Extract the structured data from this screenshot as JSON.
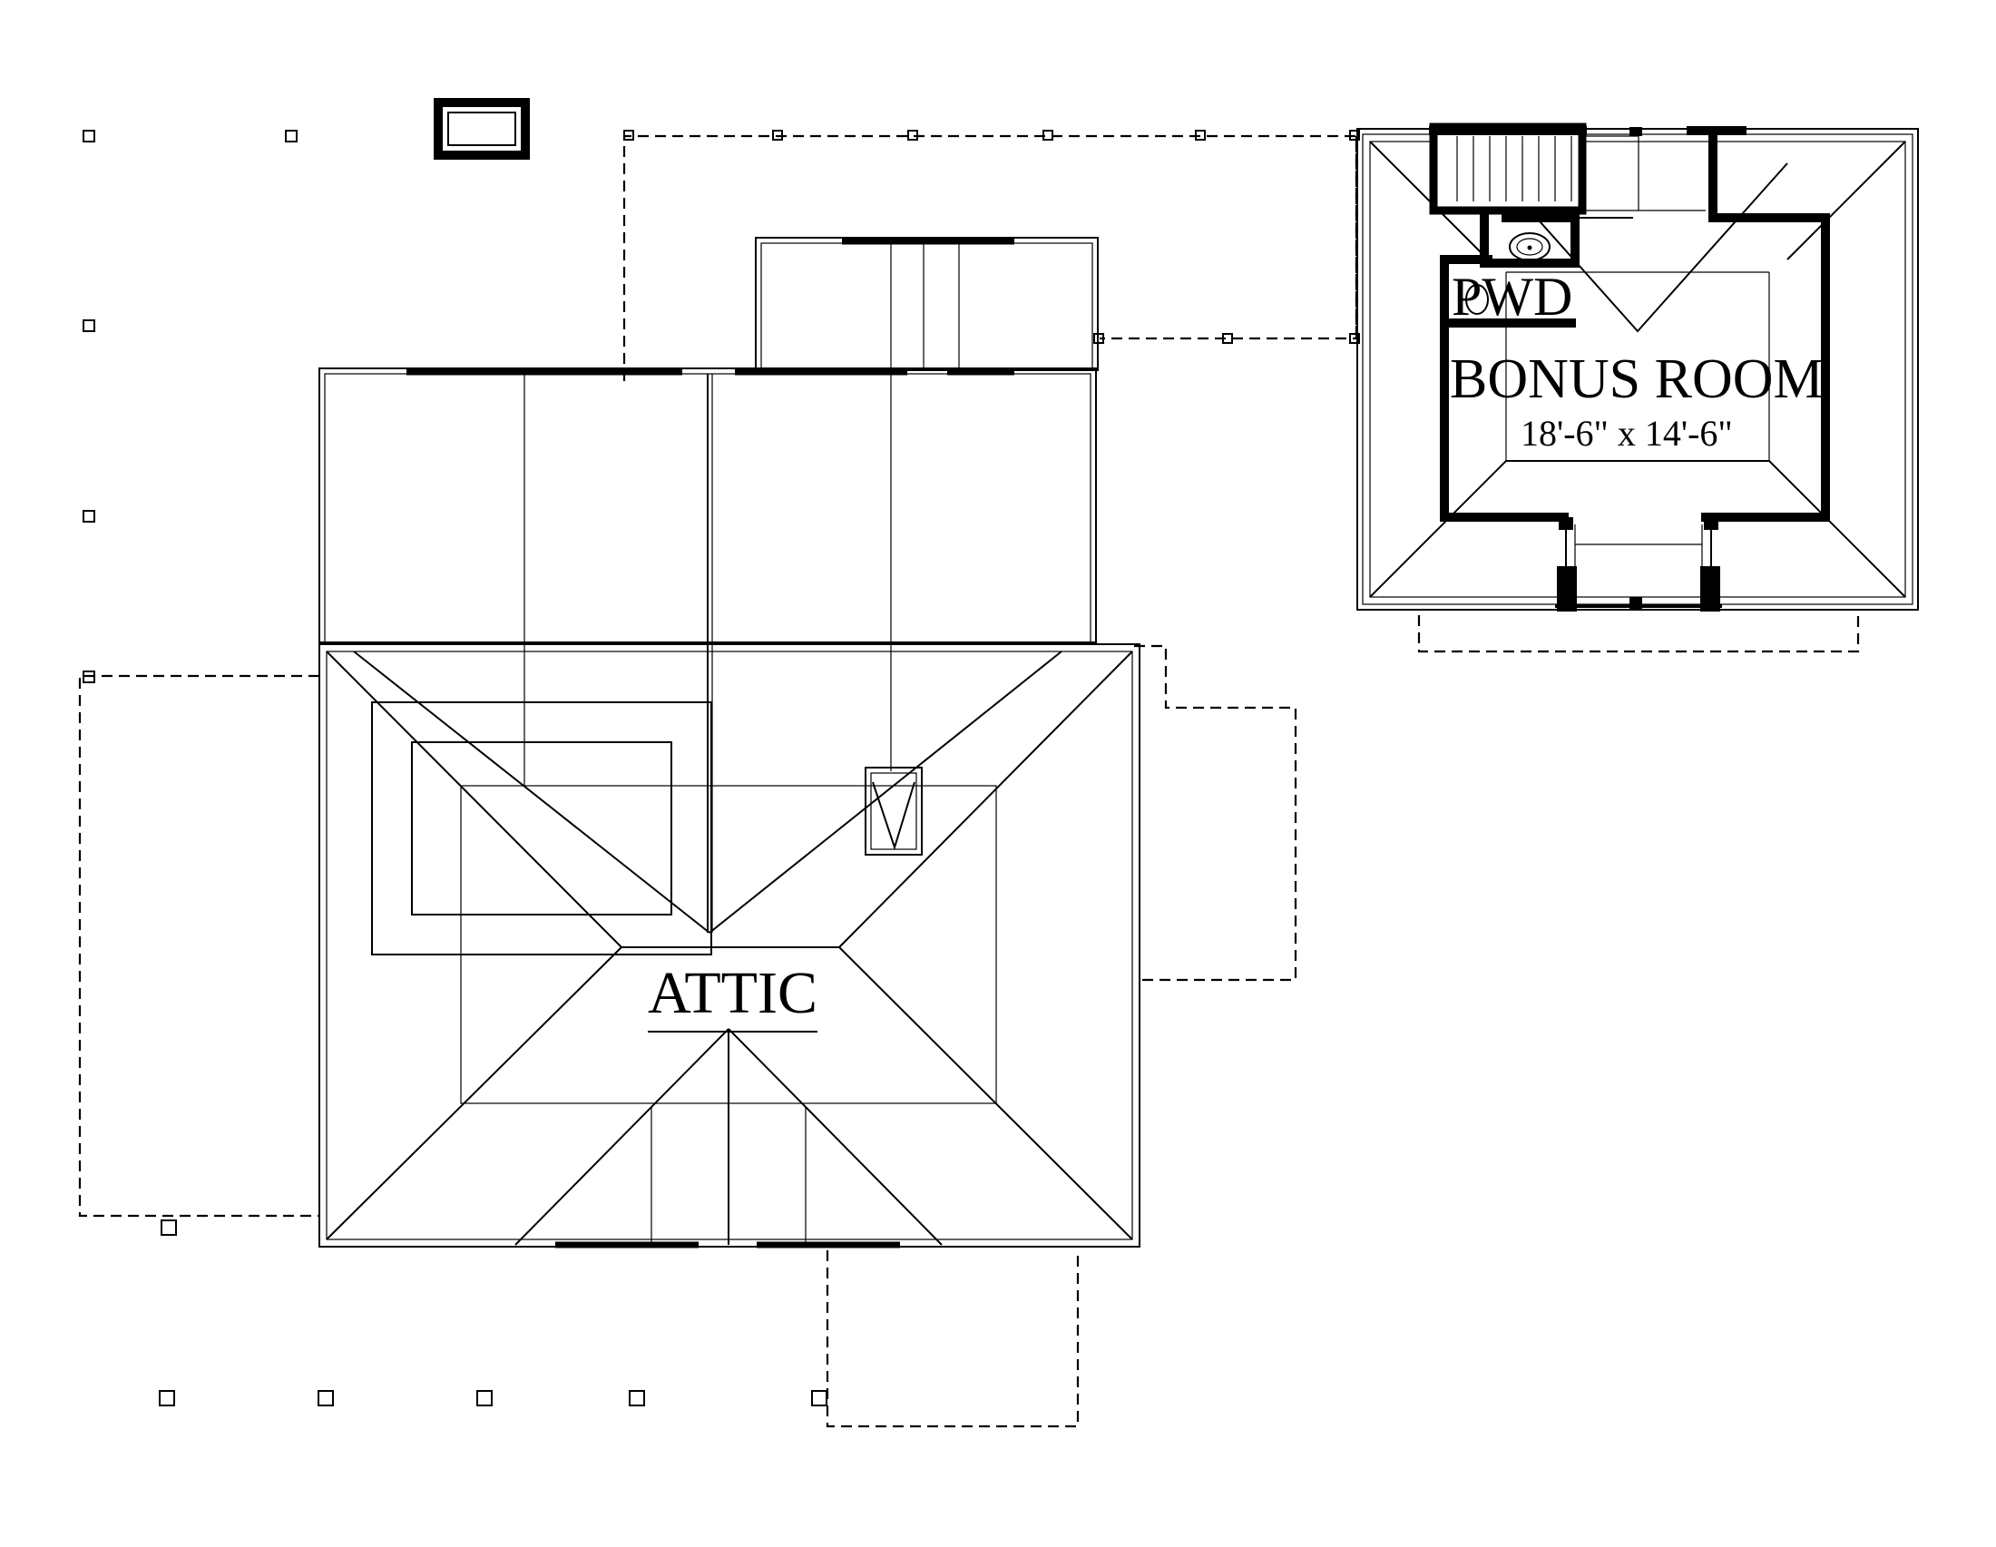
{
  "plan": {
    "rooms": {
      "attic": "ATTIC",
      "powder": "PWD",
      "bonus": "BONUS ROOM"
    },
    "dimensions": {
      "bonus": "18'-6\" x 14'-6\""
    },
    "colors": {
      "line": "#000000",
      "background": "#ffffff"
    }
  }
}
